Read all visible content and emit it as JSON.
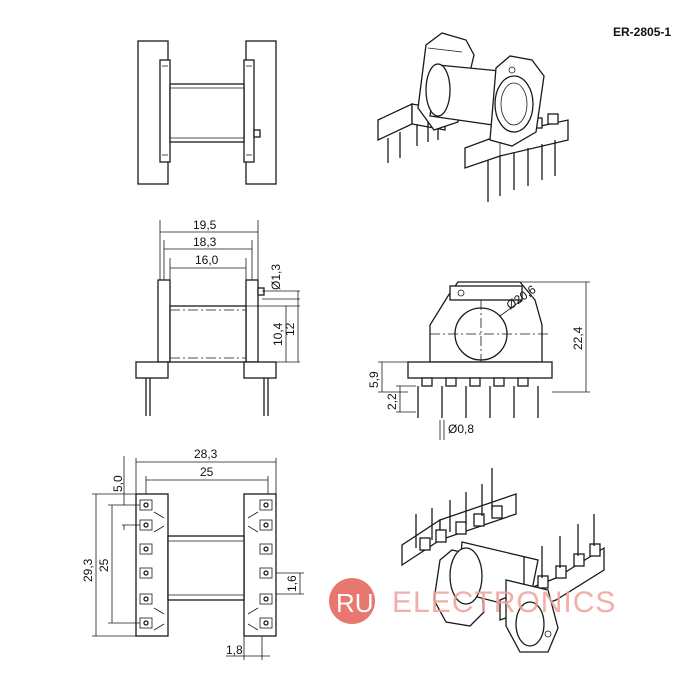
{
  "title": "ER-2805-1",
  "front_view": {
    "dim_overall_width": "19,5",
    "dim_flange_span": "18,3",
    "dim_core_width": "16,0",
    "dim_pin_hole": "Ø1,3",
    "dim_core_height": "10,4",
    "dim_total_height": "12"
  },
  "side_view": {
    "dim_diameter": "Ø20,6",
    "dim_height": "22,4",
    "dim_base_height": "5,9",
    "dim_pin_length": "2,2",
    "dim_pin_diameter": "Ø0,8"
  },
  "bottom_view": {
    "dim_overall_width": "28,3",
    "dim_pin_span": "25",
    "dim_top_offset": "5,0",
    "dim_overall_height": "29,3",
    "dim_pin_row_span": "25",
    "dim_pin_pitch": "1,6",
    "dim_flange_thickness": "1,8"
  },
  "watermark": {
    "badge": "RU",
    "text": "ELECTRONICS",
    "color": "#e8776f"
  }
}
